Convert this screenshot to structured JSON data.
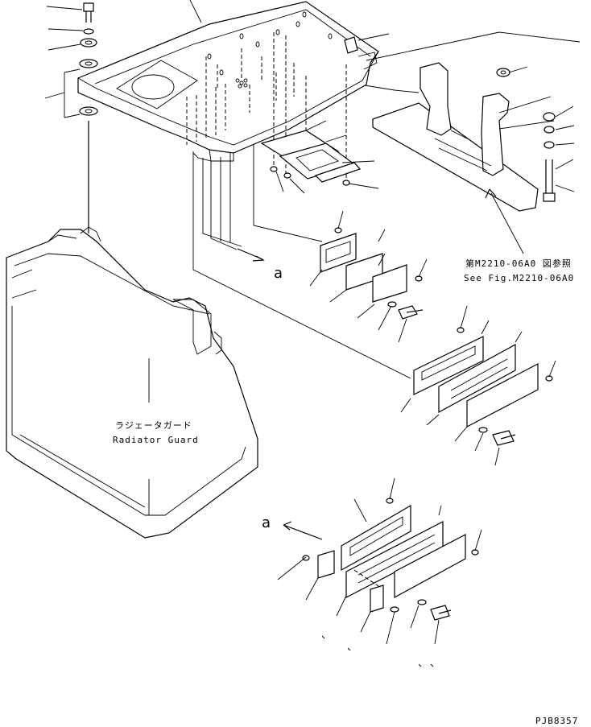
{
  "labels": {
    "radiator_guard_jp": "ラジェータガード",
    "radiator_guard_en": "Radiator Guard",
    "see_fig_jp": "第M2210-06A0 図参照",
    "see_fig_en": "See Fig.M2210-06A0",
    "arrow_a_upper": "a",
    "arrow_a_lower": "a",
    "drawing_number": "PJB8357"
  }
}
